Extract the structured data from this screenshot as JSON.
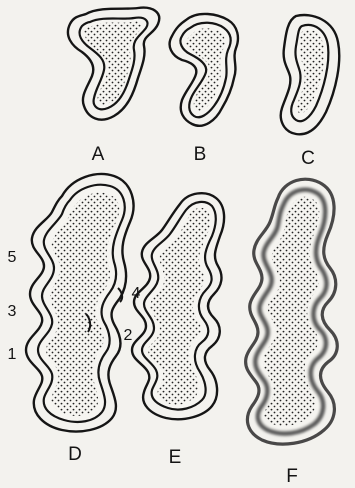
{
  "panels": [
    "A",
    "B",
    "C",
    "D",
    "E",
    "F"
  ],
  "numbers": [
    "5",
    "3",
    "1",
    "4",
    "2"
  ]
}
